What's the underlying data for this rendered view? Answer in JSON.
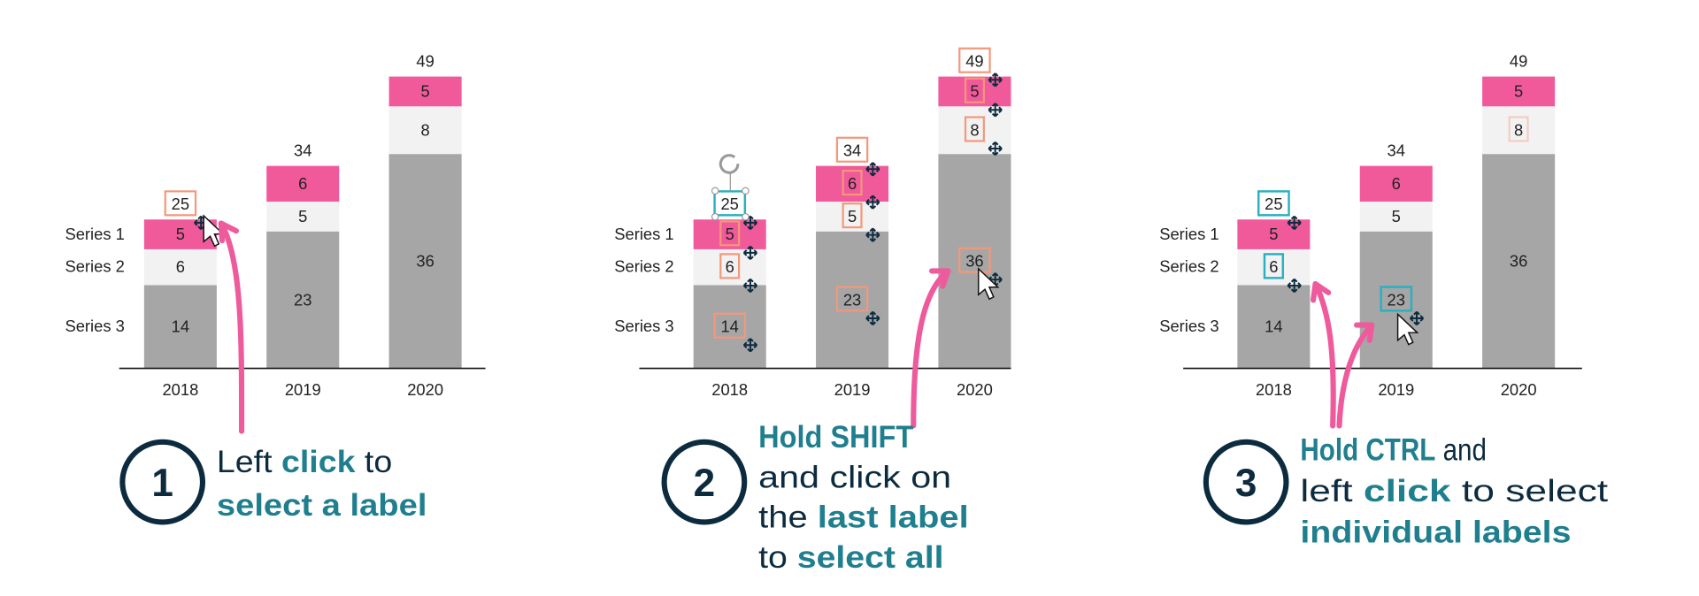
{
  "colors": {
    "series1": "#f05a9b",
    "series2": "#f2f2f2",
    "series3": "#a6a6a6",
    "accent": "#1f7f8f",
    "dark": "#0d2b3e",
    "arrow": "#ee5a9b",
    "select_orange": "#f4977a",
    "select_teal": "#2ab0c0"
  },
  "chart_data": {
    "type": "bar",
    "stacked": true,
    "categories": [
      "2018",
      "2019",
      "2020"
    ],
    "series": [
      {
        "name": "Series 1",
        "values": [
          5,
          6,
          5
        ]
      },
      {
        "name": "Series 2",
        "values": [
          6,
          5,
          8
        ]
      },
      {
        "name": "Series 3",
        "values": [
          14,
          23,
          36
        ]
      }
    ],
    "totals": [
      25,
      34,
      49
    ],
    "grid": false
  },
  "panels": [
    {
      "step": "1",
      "lines": [
        [
          {
            "t": "Left ",
            "b": false
          },
          {
            "t": "click",
            "b": true
          },
          {
            "t": " to",
            "b": false
          }
        ],
        [
          {
            "t": "select a label",
            "b": true
          }
        ]
      ]
    },
    {
      "step": "2",
      "lines": [
        [
          {
            "t": "Hold ",
            "b": true
          },
          {
            "t": "SHIFT",
            "b": true
          }
        ],
        [
          {
            "t": "and click on",
            "b": false
          }
        ],
        [
          {
            "t": "the ",
            "b": false
          },
          {
            "t": "last label",
            "b": true
          }
        ],
        [
          {
            "t": "to ",
            "b": false
          },
          {
            "t": "select all",
            "b": true
          }
        ]
      ]
    },
    {
      "step": "3",
      "lines": [
        [
          {
            "t": "Hold ",
            "b": true
          },
          {
            "t": "CTRL",
            "b": true
          },
          {
            "t": " and",
            "b": false
          }
        ],
        [
          {
            "t": "left ",
            "b": false
          },
          {
            "t": "click",
            "b": true
          },
          {
            "t": " to select",
            "b": false
          }
        ],
        [
          {
            "t": "individual labels",
            "b": true
          }
        ]
      ]
    }
  ]
}
